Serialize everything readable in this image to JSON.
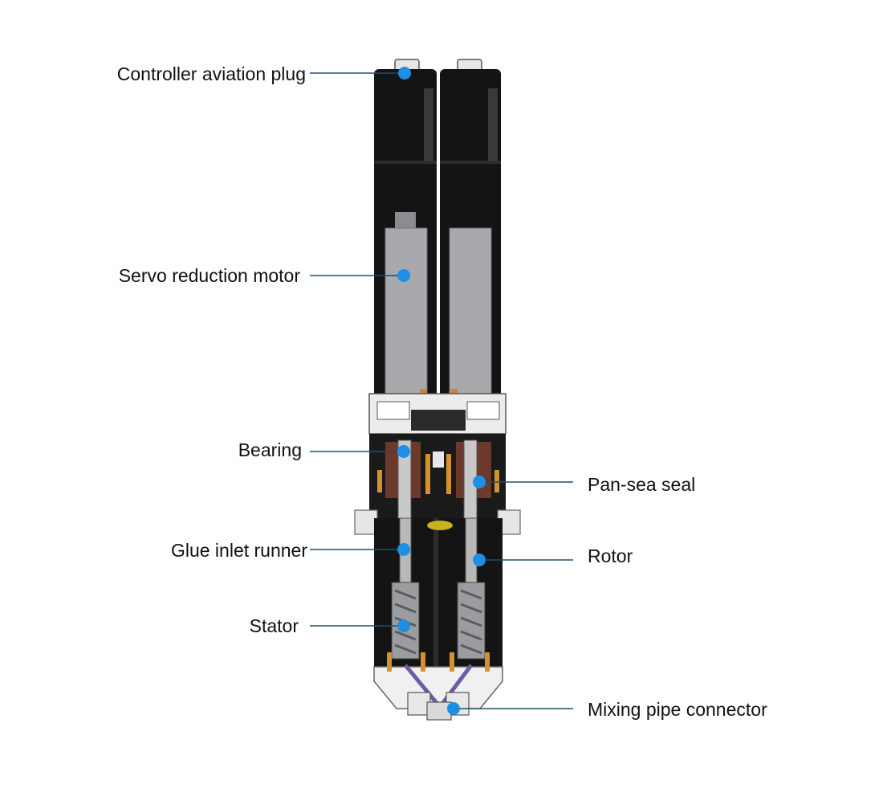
{
  "colors": {
    "marker": "#1f8fe6",
    "leader_line": "#1f4f6b",
    "housing": "#111111",
    "motor_body": "#a7a9ac"
  },
  "callouts": [
    {
      "id": "controller-aviation-plug",
      "label": "Controller aviation plug",
      "side": "left"
    },
    {
      "id": "servo-reduction-motor",
      "label": "Servo reduction motor",
      "side": "left"
    },
    {
      "id": "bearing",
      "label": "Bearing",
      "side": "left"
    },
    {
      "id": "pan-sea-seal",
      "label": "Pan-sea seal",
      "side": "right"
    },
    {
      "id": "glue-inlet-runner",
      "label": "Glue inlet runner",
      "side": "left"
    },
    {
      "id": "rotor",
      "label": "Rotor",
      "side": "right"
    },
    {
      "id": "stator",
      "label": "Stator",
      "side": "left"
    },
    {
      "id": "mixing-pipe-connector",
      "label": "Mixing pipe connector",
      "side": "right"
    }
  ]
}
